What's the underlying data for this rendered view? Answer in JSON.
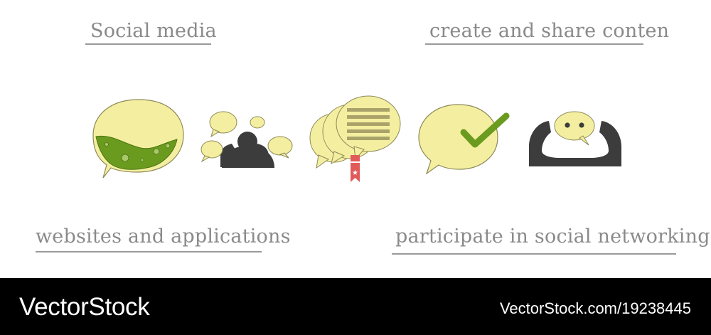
{
  "labels": {
    "social_media": "Social media",
    "create_share": "create and share conten",
    "websites_apps": "websites and applications",
    "participate": "participate in social networking"
  },
  "icons": [
    {
      "name": "green-wave-speech-bubble-icon"
    },
    {
      "name": "person-with-speech-bubbles-icon"
    },
    {
      "name": "stacked-document-bubbles-with-ribbon-icon"
    },
    {
      "name": "checkmark-speech-bubble-icon"
    },
    {
      "name": "person-with-face-bubble-icon"
    }
  ],
  "colors": {
    "bubble_fill": "#f4efa0",
    "bubble_stroke": "#8d8a5a",
    "green": "#6a9b1f",
    "dark": "#3c3c3c",
    "ribbon": "#e05a5a",
    "label_text": "#8a8a8a",
    "footer_bg": "#000000"
  },
  "footer": {
    "brand": "VectorStock",
    "url": "VectorStock.com/19238445"
  }
}
